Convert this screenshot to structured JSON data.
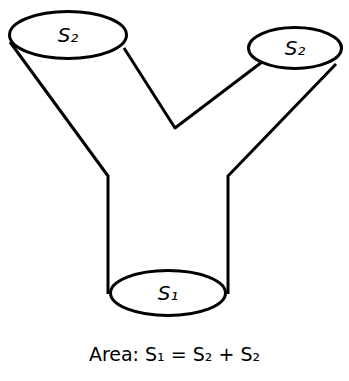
{
  "diagram": {
    "caption": "Area: S₁ = S₂ + S₂",
    "nodes": [
      {
        "text": [
          "S₂"
        ]
      },
      {
        "text": [
          "S₂"
        ]
      },
      {
        "text": [
          "S₁"
        ]
      }
    ]
  }
}
